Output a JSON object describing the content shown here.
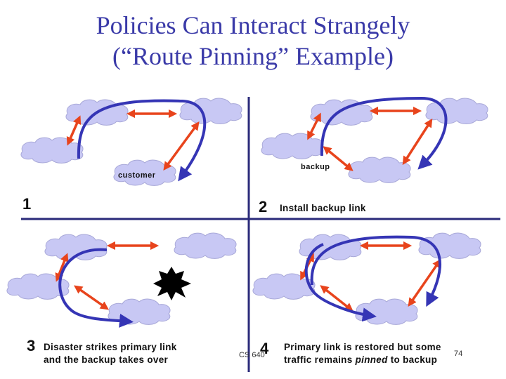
{
  "slide": {
    "title_line1": "Policies Can Interact Strangely",
    "title_line2": "(“Route Pinning” Example)",
    "colors": {
      "title": "#3a3aa8",
      "cloud": "#c8c8f4",
      "path": "#3535b5",
      "link": "#e8441c",
      "divider": "#2a2a7a"
    }
  },
  "panels": {
    "p1": {
      "number": "1",
      "label": "customer"
    },
    "p2": {
      "number": "2",
      "label": "backup",
      "caption": "Install backup link"
    },
    "p3": {
      "number": "3",
      "caption_line1": "Disaster strikes primary link",
      "caption_line2": "and the backup takes over",
      "icon": "explosion-icon"
    },
    "p4": {
      "number": "4",
      "caption_line1": "Primary link is restored but some",
      "caption_line2_pre": "traffic remains ",
      "caption_line2_em": "pinned",
      "caption_line2_post": " to backup"
    }
  },
  "footer": {
    "course": "CS 640",
    "page": "74"
  }
}
